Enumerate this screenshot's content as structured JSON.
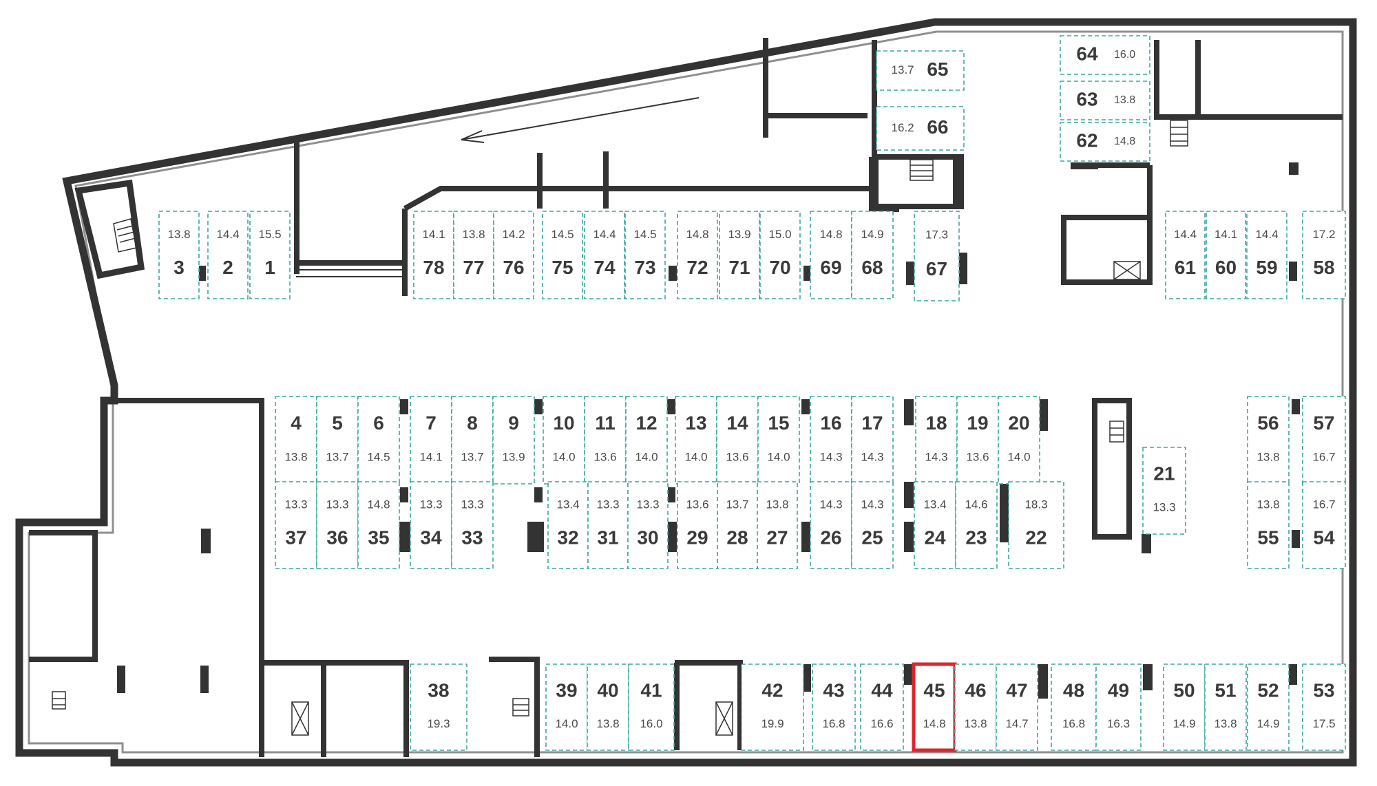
{
  "selected_spot": "45",
  "colors": {
    "wall": "#333333",
    "spot_border": "#3aa8a1",
    "selected": "#e0242b",
    "text": "#3a3a3a"
  },
  "icons": [
    "stairs-icon",
    "elevator-icon",
    "arrow-left-icon"
  ],
  "spots": [
    {
      "number": "65",
      "area": "13.7"
    },
    {
      "number": "66",
      "area": "16.2"
    },
    {
      "number": "64",
      "area": "16.0"
    },
    {
      "number": "63",
      "area": "13.8"
    },
    {
      "number": "62",
      "area": "14.8"
    },
    {
      "number": "3",
      "area": "13.8"
    },
    {
      "number": "2",
      "area": "14.4"
    },
    {
      "number": "1",
      "area": "15.5"
    },
    {
      "number": "78",
      "area": "14.1"
    },
    {
      "number": "77",
      "area": "13.8"
    },
    {
      "number": "76",
      "area": "14.2"
    },
    {
      "number": "75",
      "area": "14.5"
    },
    {
      "number": "74",
      "area": "14.4"
    },
    {
      "number": "73",
      "area": "14.5"
    },
    {
      "number": "72",
      "area": "14.8"
    },
    {
      "number": "71",
      "area": "13.9"
    },
    {
      "number": "70",
      "area": "15.0"
    },
    {
      "number": "69",
      "area": "14.8"
    },
    {
      "number": "68",
      "area": "14.9"
    },
    {
      "number": "67",
      "area": "17.3"
    },
    {
      "number": "61",
      "area": "14.4"
    },
    {
      "number": "60",
      "area": "14.1"
    },
    {
      "number": "59",
      "area": "14.4"
    },
    {
      "number": "58",
      "area": "17.2"
    },
    {
      "number": "4",
      "area": "13.8"
    },
    {
      "number": "5",
      "area": "13.7"
    },
    {
      "number": "6",
      "area": "14.5"
    },
    {
      "number": "7",
      "area": "14.1"
    },
    {
      "number": "8",
      "area": "13.7"
    },
    {
      "number": "9",
      "area": "13.9"
    },
    {
      "number": "10",
      "area": "14.0"
    },
    {
      "number": "11",
      "area": "13.6"
    },
    {
      "number": "12",
      "area": "14.0"
    },
    {
      "number": "13",
      "area": "14.0"
    },
    {
      "number": "14",
      "area": "13.6"
    },
    {
      "number": "15",
      "area": "14.0"
    },
    {
      "number": "16",
      "area": "14.3"
    },
    {
      "number": "17",
      "area": "14.3"
    },
    {
      "number": "18",
      "area": "14.3"
    },
    {
      "number": "19",
      "area": "13.6"
    },
    {
      "number": "20",
      "area": "14.0"
    },
    {
      "number": "21",
      "area": "13.3"
    },
    {
      "number": "56",
      "area": "13.8"
    },
    {
      "number": "57",
      "area": "16.7"
    },
    {
      "number": "37",
      "area": "13.3"
    },
    {
      "number": "36",
      "area": "13.3"
    },
    {
      "number": "35",
      "area": "14.8"
    },
    {
      "number": "34",
      "area": "13.3"
    },
    {
      "number": "33",
      "area": "13.3"
    },
    {
      "number": "32",
      "area": "13.4"
    },
    {
      "number": "31",
      "area": "13.3"
    },
    {
      "number": "30",
      "area": "13.3"
    },
    {
      "number": "29",
      "area": "13.6"
    },
    {
      "number": "28",
      "area": "13.7"
    },
    {
      "number": "27",
      "area": "13.8"
    },
    {
      "number": "26",
      "area": "14.3"
    },
    {
      "number": "25",
      "area": "14.3"
    },
    {
      "number": "24",
      "area": "13.4"
    },
    {
      "number": "23",
      "area": "14.6"
    },
    {
      "number": "22",
      "area": "18.3"
    },
    {
      "number": "55",
      "area": "13.8"
    },
    {
      "number": "54",
      "area": "16.7"
    },
    {
      "number": "38",
      "area": "19.3"
    },
    {
      "number": "39",
      "area": "14.0"
    },
    {
      "number": "40",
      "area": "13.8"
    },
    {
      "number": "41",
      "area": "16.0"
    },
    {
      "number": "42",
      "area": "19.9"
    },
    {
      "number": "43",
      "area": "16.8"
    },
    {
      "number": "44",
      "area": "16.6"
    },
    {
      "number": "45",
      "area": "14.8"
    },
    {
      "number": "46",
      "area": "13.8"
    },
    {
      "number": "47",
      "area": "14.7"
    },
    {
      "number": "48",
      "area": "16.8"
    },
    {
      "number": "49",
      "area": "16.3"
    },
    {
      "number": "50",
      "area": "14.9"
    },
    {
      "number": "51",
      "area": "13.8"
    },
    {
      "number": "52",
      "area": "14.9"
    },
    {
      "number": "53",
      "area": "17.5"
    }
  ]
}
